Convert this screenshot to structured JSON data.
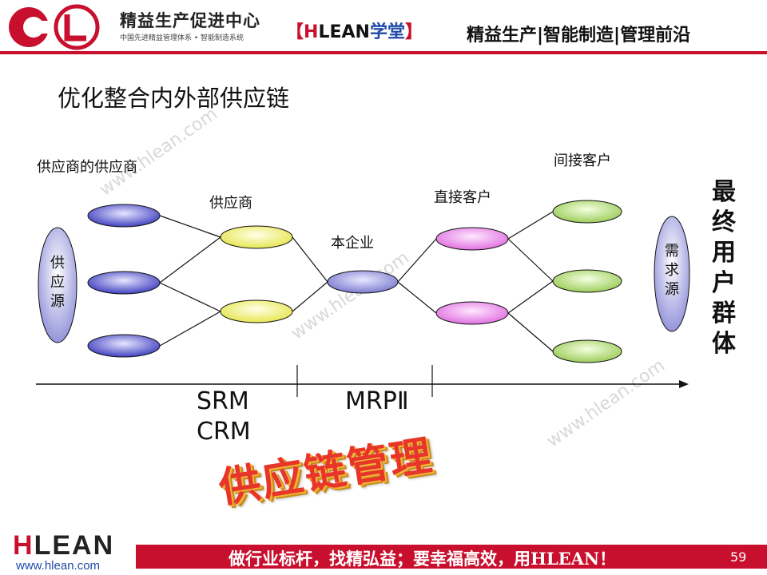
{
  "header": {
    "logo_name": "精益生产促进中心",
    "logo_subtitle": "中国先进精益管理体系 • 智能制造系统",
    "brand_left": "【",
    "brand_h": "H",
    "brand_lean": "LEAN",
    "brand_cn": "学堂",
    "brand_right": "】",
    "tagline": "精益生产|智能制造|管理前沿"
  },
  "slide": {
    "title": "优化整合内外部供应链",
    "labels": {
      "suppliers_supplier": "供应商的供应商",
      "supplier": "供应商",
      "enterprise": "本企业",
      "direct_customer": "直接客户",
      "indirect_customer": "间接客户",
      "supply_source": [
        "供",
        "应",
        "源"
      ],
      "demand_source": [
        "需",
        "求",
        "源"
      ],
      "end_user_group": [
        "最",
        "终",
        "用",
        "户",
        "群",
        "体"
      ]
    },
    "segments": {
      "srm": "SRM",
      "crm": "CRM",
      "mrp": "MRPⅡ"
    },
    "stamp_text": "供应链管理",
    "watermark": "www.hlean.com"
  },
  "footer": {
    "logo_h": "H",
    "logo_rest": "LEAN",
    "url": "www.hlean.com",
    "slogan": "做行业标杆，找精弘益；要幸福高效，用HLEAN！",
    "page_number": "59"
  },
  "colors": {
    "accent_red": "#c8102e",
    "node_blue": "#5a5ad0",
    "node_yellow": "#f2f27a",
    "node_purple": "#8c8cd8",
    "node_pink": "#f08af0",
    "node_green": "#b4e07a"
  }
}
